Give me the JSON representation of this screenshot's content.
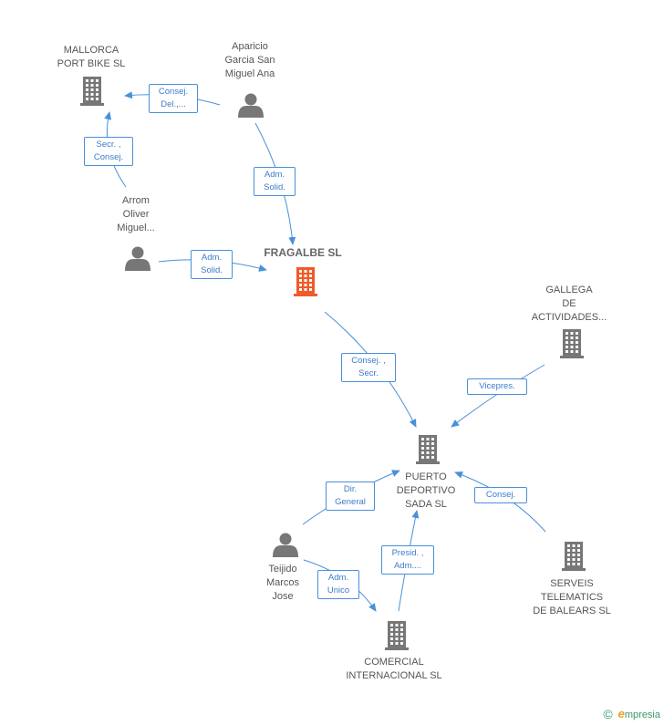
{
  "colors": {
    "edge": "#4a90d9",
    "node": "#777777",
    "main_node": "#f05a28"
  },
  "nodes": {
    "mallorca": {
      "label": "MALLORCA\nPORT BIKE  SL"
    },
    "aparicio": {
      "label": "Aparicio\nGarcia San\nMiguel Ana"
    },
    "arrom": {
      "label": "Arrom\nOliver\nMiguel..."
    },
    "fragalbe": {
      "label": "FRAGALBE SL"
    },
    "gallega": {
      "label": "GALLEGA\nDE\nACTIVIDADES..."
    },
    "puerto": {
      "label": "PUERTO\nDEPORTIVO\nSADA SL"
    },
    "teijido": {
      "label": "Teijido\nMarcos\nJose"
    },
    "serveis": {
      "label": "SERVEIS\nTELEMATICS\nDE BALEARS SL"
    },
    "comercial": {
      "label": "COMERCIAL\nINTERNACIONAL SL"
    }
  },
  "relations": {
    "r1": "Consej.\nDel.,...",
    "r2": "Secr. ,\nConsej.",
    "r3": "Adm.\nSolid.",
    "r4": "Adm.\nSolid.",
    "r5": "Consej. ,\nSecr.",
    "r6": "Vicepres.",
    "r7": "Dir.\nGeneral",
    "r8": "Consej.",
    "r9": "Presid. ,\nAdm....",
    "r10": "Adm.\nUnico"
  },
  "brand": {
    "copyright": "©",
    "name_e": "e",
    "name_rest": "mpresia"
  }
}
